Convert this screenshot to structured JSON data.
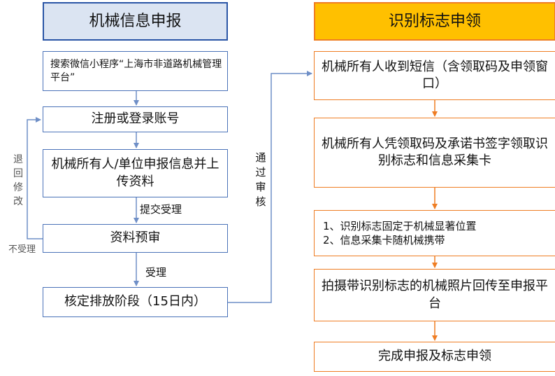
{
  "left": {
    "title": "机械信息申报",
    "steps": [
      "搜索微信小程序“上海市非道路机械管理平台”",
      "注册或登录账号",
      "机械所有人/单位申报信息并上传资料",
      "资料预审",
      "核定排放阶段（15日内）"
    ],
    "edge_labels": {
      "submit": "提交受理",
      "accept": "受理",
      "return_modify": "退回修改",
      "not_accepted": "不受理",
      "approved": "通过审核"
    }
  },
  "right": {
    "title": "识别标志申领",
    "steps": [
      "机械所有人收到短信（含领取码及申领窗口）",
      "机械所有人凭领取码及承诺书签字领取识别标志和信息采集卡",
      "1、识别标志固定于机械显著位置\n2、信息采集卡随机械携带",
      "拍摄带识别标志的机械照片回传至申报平台",
      "完成申报及标志申领"
    ]
  },
  "colors": {
    "left_border": "#4a72b8",
    "left_header_fill": "#dbe4f2",
    "right_border": "#ef7d23",
    "right_header_fill": "#ffc000",
    "connector_left": "#6f8fc7",
    "connector_right": "#ef7d23"
  }
}
